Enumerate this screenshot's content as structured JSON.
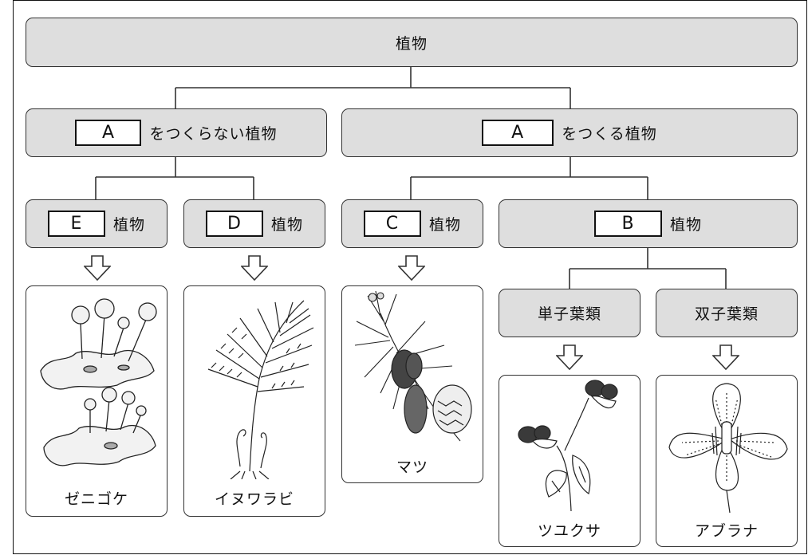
{
  "root": {
    "label": "植物"
  },
  "level1": {
    "left": {
      "blank": "A",
      "suffix": "をつくらない植物"
    },
    "right": {
      "blank": "A",
      "suffix": "をつくる植物"
    }
  },
  "level2": [
    {
      "blank": "E",
      "suffix": "植物"
    },
    {
      "blank": "D",
      "suffix": "植物"
    },
    {
      "blank": "C",
      "suffix": "植物"
    },
    {
      "blank": "B",
      "suffix": "植物"
    }
  ],
  "level3": [
    {
      "label": "単子葉類"
    },
    {
      "label": "双子葉類"
    }
  ],
  "examples": [
    {
      "name": "ゼニゴケ"
    },
    {
      "name": "イヌワラビ"
    },
    {
      "name": "マツ"
    },
    {
      "name": "ツユクサ"
    },
    {
      "name": "アブラナ"
    }
  ],
  "colors": {
    "box_fill": "#dedede",
    "border": "#333333"
  },
  "icons": [
    "down-arrow-icon",
    "liverwort-illustration",
    "fern-illustration",
    "pine-illustration",
    "dayflower-illustration",
    "rapeseed-flower-illustration"
  ]
}
